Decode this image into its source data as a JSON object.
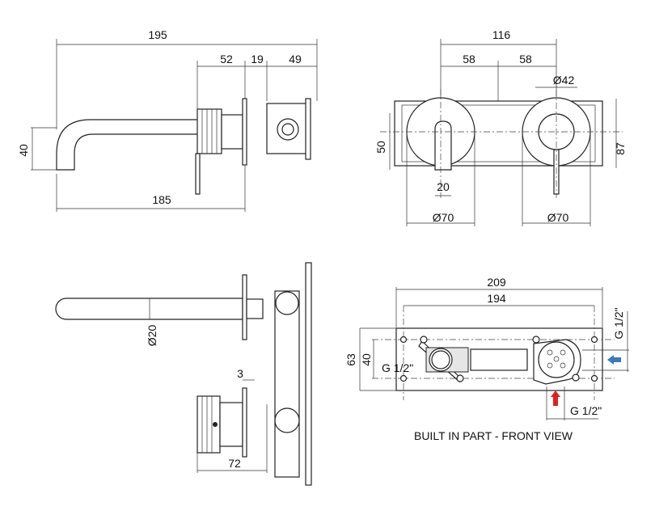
{
  "side_view": {
    "overall_length": "195",
    "body_depth": "52",
    "plate_thickness": "19",
    "box_depth": "49",
    "spout_height": "40",
    "spout_reach": "185"
  },
  "front_view": {
    "center_distance": "116",
    "half_left": "58",
    "half_right": "58",
    "handle_diameter": "Ø42",
    "plate_height": "50",
    "total_height": "87",
    "lever_width": "20",
    "rosette_left": "Ø70",
    "rosette_right": "Ø70"
  },
  "top_view": {
    "spout_diameter": "Ø20",
    "gap": "3",
    "handle_depth": "72"
  },
  "built_in_part": {
    "width_outer": "209",
    "width_inner": "194",
    "height_outer": "63",
    "height_inner": "40",
    "outlet_thread": "G 1/2\"",
    "inlet_side_thread": "G 1/2\"",
    "inlet_bottom_thread": "G 1/2\"",
    "caption": "BUILT IN PART - FRONT VIEW"
  },
  "colors": {
    "hot_arrow": "#e02020",
    "cold_arrow": "#3a78c0"
  }
}
